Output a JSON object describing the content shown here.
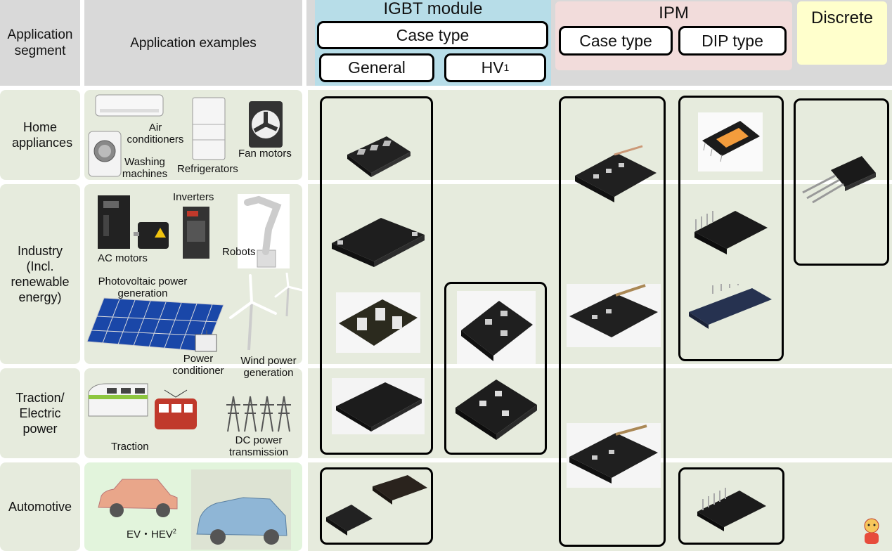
{
  "header": {
    "segment_col": "Application segment",
    "examples_col": "Application examples",
    "igbt": {
      "title": "IGBT module",
      "case_type": "Case type",
      "general": "General",
      "hv": "HV",
      "hv_sup": "1"
    },
    "ipm": {
      "title": "IPM",
      "case_type": "Case type",
      "dip_type": "DIP type"
    },
    "discrete": {
      "title": "Discrete"
    }
  },
  "segments": {
    "home": "Home appliances",
    "industry": "Industry (Incl. renewable energy)",
    "traction": "Traction/ Electric power",
    "automotive": "Automotive"
  },
  "examples": {
    "air_conditioners": "Air conditioners",
    "washing_machines": "Washing machines",
    "refrigerators": "Refrigerators",
    "fan_motors": "Fan motors",
    "inverters": "Inverters",
    "ac_motors": "AC motors",
    "robots": "Robots",
    "pv": "Photovoltaic power generation",
    "power_conditioner": "Power conditioner",
    "wind": "Wind power generation",
    "traction": "Traction",
    "dc_power": "DC power transmission",
    "ev": "EV・HEV",
    "ev_sup": "2"
  },
  "colors": {
    "igbt_header": "#b7dde8",
    "ipm_header": "#f2dcdb",
    "discrete_header": "#ffffcc",
    "row_bg": "#e6ebdd",
    "header_gray": "#d9d9d9",
    "auto_bg": "#e2f4dc"
  }
}
